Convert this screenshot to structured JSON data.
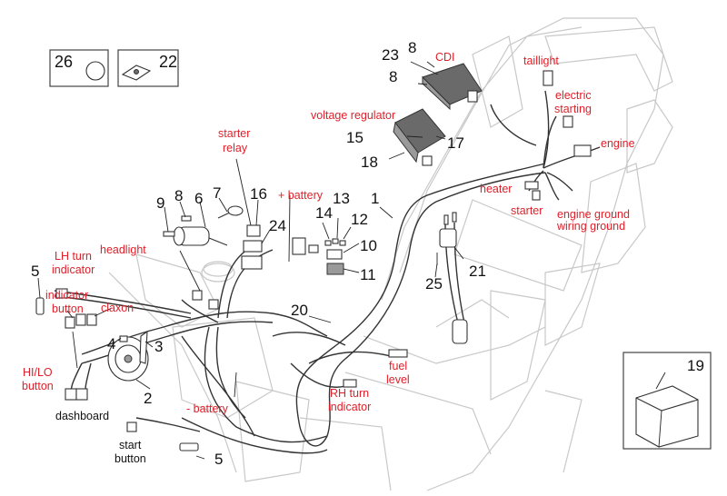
{
  "diagram": {
    "title": "Electrical system wiring harness",
    "accent_color": "#e0202a",
    "inset_boxes": [
      {
        "number": "26",
        "icon": "hose-clamp-icon"
      },
      {
        "number": "22",
        "icon": "clip-nut-icon"
      },
      {
        "number": "19",
        "icon": "battery-icon"
      }
    ],
    "part_numbers": {
      "p1": "1",
      "p2": "2",
      "p3": "3",
      "p4": "4",
      "p5a": "5",
      "p5b": "5",
      "p6": "6",
      "p7": "7",
      "p8a": "8",
      "p8b": "8",
      "p8c": "8",
      "p9": "9",
      "p10": "10",
      "p11": "11",
      "p12": "12",
      "p13": "13",
      "p14": "14",
      "p15": "15",
      "p16": "16",
      "p17": "17",
      "p18": "18",
      "p19": "19",
      "p20": "20",
      "p21": "21",
      "p22": "22",
      "p23": "23",
      "p24": "24",
      "p25": "25",
      "p26": "26"
    },
    "labels": {
      "cdi": "CDI",
      "voltage_regulator": "voltage regulator",
      "taillight": "taillight",
      "electric_starting_1": "electric",
      "electric_starting_2": "starting",
      "engine": "engine",
      "heater": "heater",
      "starter": "starter",
      "engine_ground_1": "engine ground",
      "engine_ground_2": "wiring ground",
      "starter_relay_1": "starter",
      "starter_relay_2": "relay",
      "plus_battery": "+ battery",
      "lh_turn_1": "LH turn",
      "lh_turn_2": "indicator",
      "headlight": "headlight",
      "indicator_button_1": "indicator",
      "indicator_button_2": "button",
      "claxon": "claxon",
      "hilo_1": "HI/LO",
      "hilo_2": "button",
      "minus_battery": "- battery",
      "fuel_level_1": "fuel",
      "fuel_level_2": "level",
      "rh_turn_1": "RH turn",
      "rh_turn_2": "indicator",
      "dashboard": "dashboard",
      "start_button_1": "start",
      "start_button_2": "button"
    }
  }
}
